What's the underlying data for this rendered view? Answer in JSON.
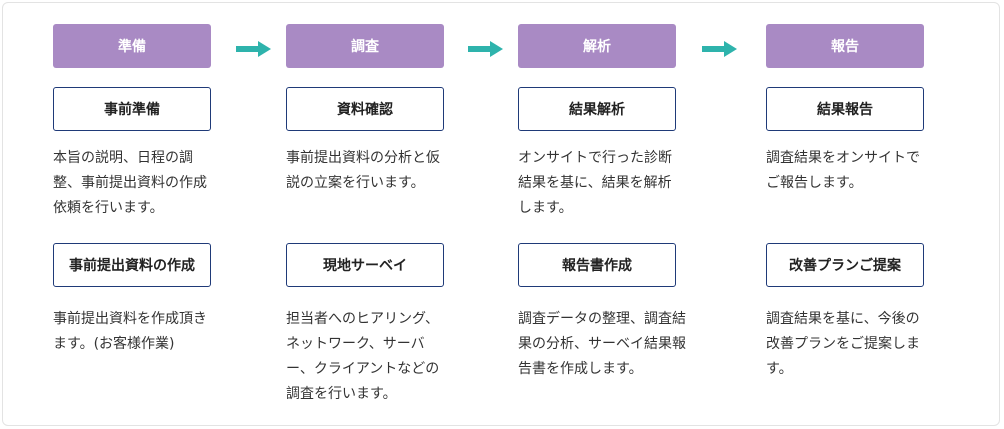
{
  "colors": {
    "stage_fill": "#a98ac4",
    "box_border": "#1f3a78",
    "arrow": "#2eb3ac"
  },
  "stages": [
    {
      "title": "準備",
      "step1": {
        "label": "事前準備",
        "text": "本旨の説明、日程の調\n整、事前提出資料の作成\n依頼を行います。"
      },
      "step2": {
        "label": "事前提出資料の作成",
        "text": "事前提出資料を作成頂き\nます。(お客様作業)"
      }
    },
    {
      "title": "調査",
      "step1": {
        "label": "資料確認",
        "text": "事前提出資料の分析と仮\n説の立案を行います。"
      },
      "step2": {
        "label": "現地サーベイ",
        "text": "担当者へのヒアリング、\nネットワーク、サーバ\nー、クライアントなどの\n調査を行います。"
      }
    },
    {
      "title": "解析",
      "step1": {
        "label": "結果解析",
        "text": "オンサイトで行った診断\n結果を基に、結果を解析\nします。"
      },
      "step2": {
        "label": "報告書作成",
        "text": "調査データの整理、調査結\n果の分析、サーベイ結果報\n告書を作成します。"
      }
    },
    {
      "title": "報告",
      "step1": {
        "label": "結果報告",
        "text": "調査結果をオンサイトで\nご報告します。"
      },
      "step2": {
        "label": "改善プランご提案",
        "text": "調査結果を基に、今後の\n改善プランをご提案します。"
      }
    }
  ]
}
